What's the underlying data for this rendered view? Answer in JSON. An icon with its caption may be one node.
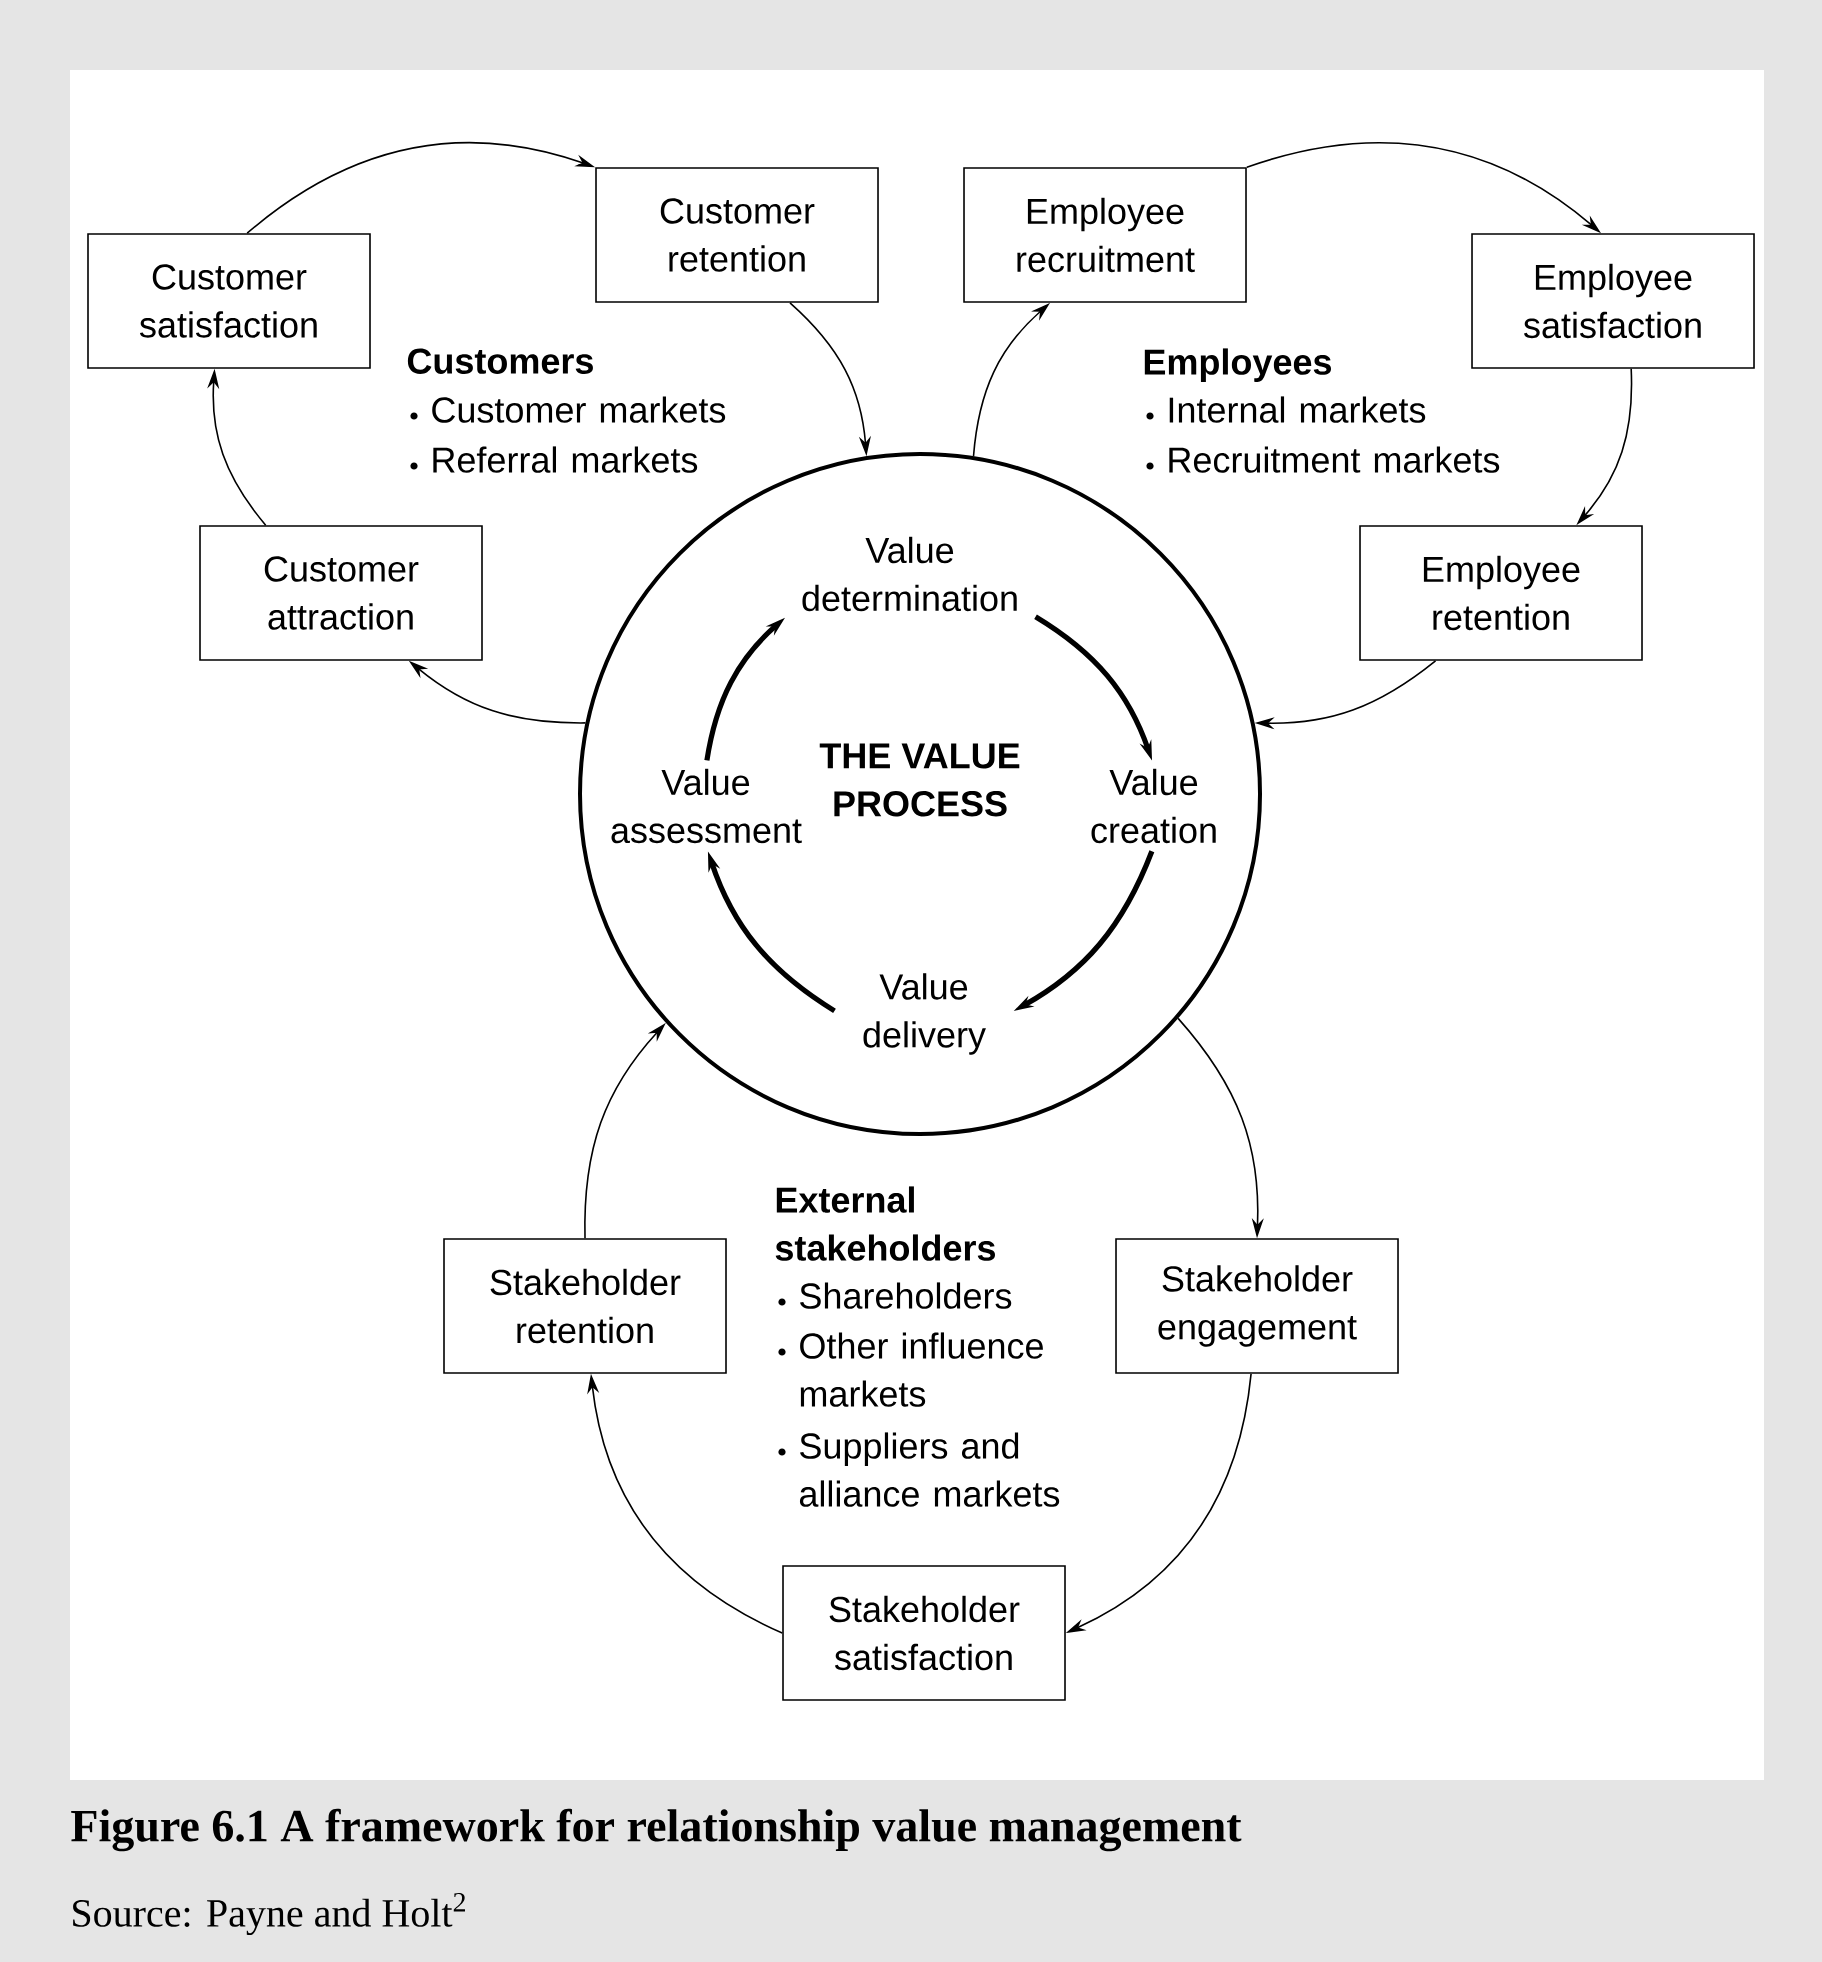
{
  "diagram": {
    "caption": "Figure 6.1 A framework for relationship value management",
    "nodes": [
      {
        "text": [
          "THE VALUE PROCESS"
        ]
      },
      {
        "text": [
          "Value determination"
        ],
        "in": 0
      },
      {
        "text": [
          "Value creation"
        ],
        "in": 0
      },
      {
        "text": [
          "Value delivery"
        ],
        "in": 0
      },
      {
        "text": [
          "Value assessment"
        ],
        "in": 0
      },
      {
        "text": [
          "Customer satisfaction"
        ]
      },
      {
        "text": [
          "Customer retention"
        ]
      },
      {
        "text": [
          "Customer attraction"
        ]
      },
      {
        "text": [
          "Employee recruitment"
        ]
      },
      {
        "text": [
          "Employee satisfaction"
        ]
      },
      {
        "text": [
          "Employee retention"
        ]
      },
      {
        "text": [
          "Stakeholder retention"
        ]
      },
      {
        "text": [
          "Stakeholder engagement"
        ]
      },
      {
        "text": [
          "Stakeholder satisfaction"
        ]
      }
    ],
    "edges": [
      {
        "from": 0,
        "to": 7,
        "arrow": "to"
      },
      {
        "from": 7,
        "to": 5,
        "arrow": "to"
      },
      {
        "from": 5,
        "to": 6,
        "arrow": "to"
      },
      {
        "from": 6,
        "to": 0,
        "arrow": "to"
      },
      {
        "from": 0,
        "to": 8,
        "arrow": "to"
      },
      {
        "from": 8,
        "to": 9,
        "arrow": "to"
      },
      {
        "from": 9,
        "to": 10,
        "arrow": "to"
      },
      {
        "from": 10,
        "to": 0,
        "arrow": "to"
      },
      {
        "from": 0,
        "to": 12,
        "arrow": "to"
      },
      {
        "from": 12,
        "to": 13,
        "arrow": "to"
      },
      {
        "from": 13,
        "to": 11,
        "arrow": "to"
      },
      {
        "from": 11,
        "to": 0,
        "arrow": "to"
      },
      {
        "from": 4,
        "to": 1,
        "arrow": "to",
        "style": "thick"
      },
      {
        "from": 1,
        "to": 2,
        "arrow": "to",
        "style": "thick"
      },
      {
        "from": 2,
        "to": 3,
        "arrow": "to",
        "style": "thick"
      },
      {
        "from": 3,
        "to": 4,
        "arrow": "to",
        "style": "thick"
      }
    ],
    "labels": [
      "Customers",
      "Customer markets",
      "Referral markets",
      "Employees",
      "Internal markets",
      "Recruitment markets",
      "External stakeholders",
      "Shareholders",
      "Other influence markets",
      "Suppliers and alliance markets",
      "Source: Payne and Holt$^{2}$"
    ]
  }
}
